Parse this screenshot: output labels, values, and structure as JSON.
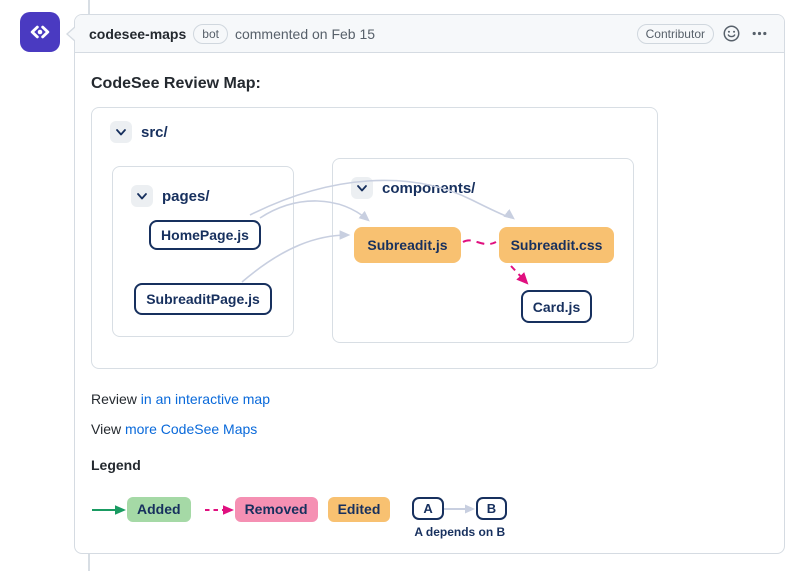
{
  "header": {
    "author": "codesee-maps",
    "bot_badge": "bot",
    "commented_text": "commented on Feb 15",
    "contributor_badge": "Contributor"
  },
  "body": {
    "title": "CodeSee Review Map:",
    "review_prefix": "Review",
    "review_link": "in an interactive map",
    "view_prefix": "View",
    "view_link": "more CodeSee Maps",
    "legend_title": "Legend"
  },
  "diagram": {
    "root_folder": {
      "name": "src/"
    },
    "pages_folder": {
      "name": "pages/"
    },
    "components_folder": {
      "name": "components/"
    },
    "nodes": {
      "homepage": {
        "label": "HomePage.js",
        "status": "unchanged"
      },
      "subreaditpage": {
        "label": "SubreaditPage.js",
        "status": "unchanged"
      },
      "subreadit_js": {
        "label": "Subreadit.js",
        "status": "edited"
      },
      "subreadit_css": {
        "label": "Subreadit.css",
        "status": "edited"
      },
      "card": {
        "label": "Card.js",
        "status": "unchanged"
      }
    },
    "edges": [
      {
        "from": "HomePage.js",
        "to": "Subreadit.js",
        "type": "depends"
      },
      {
        "from": "SubreaditPage.js",
        "to": "Subreadit.js",
        "type": "depends"
      },
      {
        "from": "HomePage.js",
        "to": "Subreadit.css",
        "type": "depends"
      },
      {
        "from": "Subreadit.js",
        "to": "Subreadit.css",
        "type": "removed"
      },
      {
        "from": "Subreadit.css",
        "to": "Card.js",
        "type": "removed"
      }
    ]
  },
  "legend": {
    "added_label": "Added",
    "removed_label": "Removed",
    "edited_label": "Edited",
    "node_a": "A",
    "node_b": "B",
    "caption": "A depends on B"
  },
  "colors": {
    "avatar_purple": "#4a3ac1",
    "navy_text": "#17305e",
    "edited_orange": "#f8c171",
    "added_pill_green": "#a5d9a6",
    "added_arrow_green": "#1a9b62",
    "removed_pill_pink": "#f590b3",
    "removed_arrow_pink": "#e0107f",
    "edge_gray": "#c8cfe0",
    "link_blue": "#0969da",
    "header_bg": "#f6f8fa",
    "border_gray": "#d5dbe2"
  }
}
